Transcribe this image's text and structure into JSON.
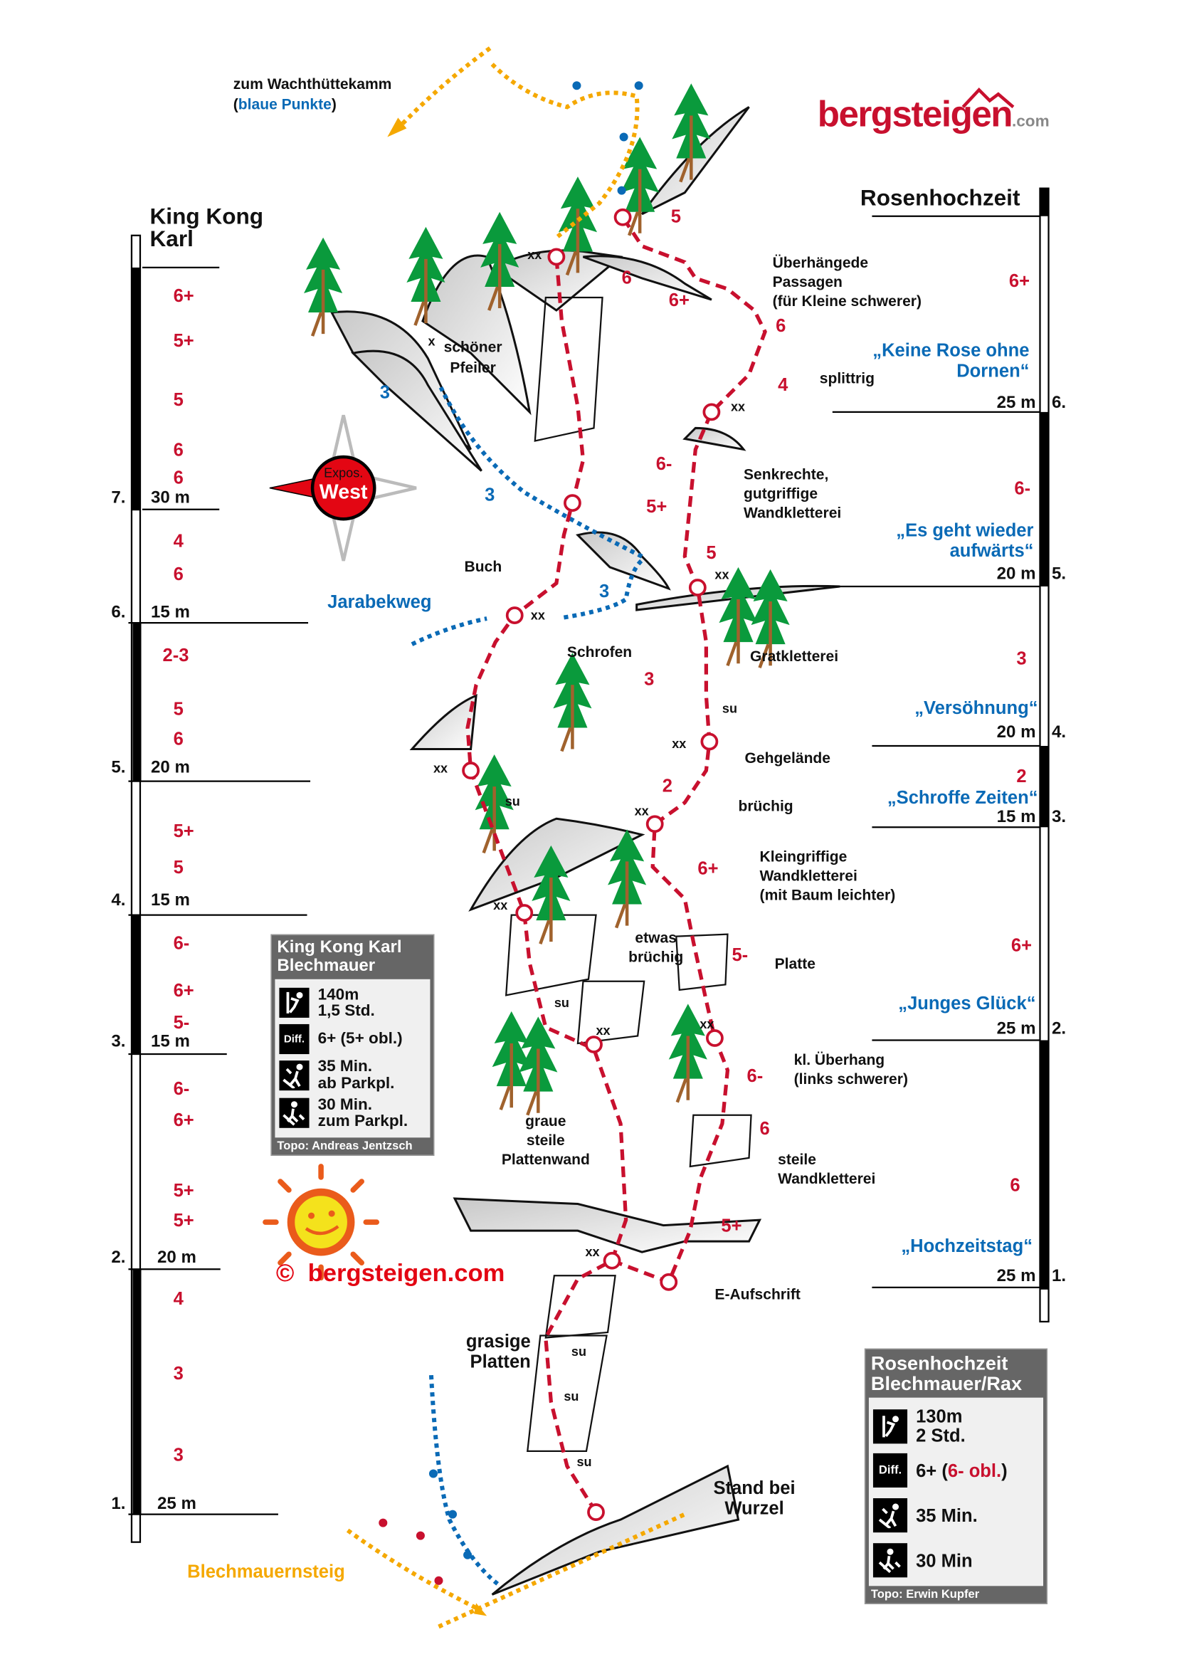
{
  "header": {
    "approach_note": "zum Wachthüttekamm",
    "approach_note_sub": "(",
    "approach_note_blue": "blaue Punkte",
    "approach_note_end": ")",
    "logo_main": "bergsteigen",
    "logo_suffix": ".com"
  },
  "compass": {
    "line1": "Expos.",
    "line2": "West"
  },
  "left_scale": {
    "title_1": "King Kong",
    "title_2": "Karl",
    "belays": [
      {
        "num": "7.",
        "len": "30 m"
      },
      {
        "num": "6.",
        "len": "15 m"
      },
      {
        "num": "5.",
        "len": "20 m"
      },
      {
        "num": "4.",
        "len": "15 m"
      },
      {
        "num": "3.",
        "len": "15 m"
      },
      {
        "num": "2.",
        "len": "20 m"
      },
      {
        "num": "1.",
        "len": "25 m"
      }
    ],
    "grades": [
      "6+",
      "5+",
      "5",
      "6",
      "6",
      "4",
      "6",
      "2-3",
      "5",
      "6",
      "5+",
      "5",
      "6-",
      "6+",
      "5-",
      "6-",
      "6+",
      "5+",
      "5+",
      "4",
      "3",
      "3"
    ]
  },
  "right_scale": {
    "title": "Rosenhochzeit",
    "pitches": [
      {
        "grade": "6+",
        "name_1": "„Keine Rose ohne",
        "name_2": "Dornen“",
        "len": "25 m",
        "num": "6."
      },
      {
        "grade": "6-",
        "name_1": "„Es geht wieder",
        "name_2": "aufwärts“",
        "len": "20 m",
        "num": "5."
      },
      {
        "grade": "3",
        "name_1": "„Versöhnung“",
        "len": "20 m",
        "num": "4."
      },
      {
        "grade": "2",
        "name_1": "„Schroffe Zeiten“",
        "len": "15 m",
        "num": "3."
      },
      {
        "grade": "6+",
        "name_1": "„Junges Glück“",
        "len": "25 m",
        "num": "2."
      },
      {
        "grade": "6",
        "name_1": "„Hochzeitstag“",
        "len": "25 m",
        "num": "1."
      }
    ]
  },
  "topo_labels": {
    "pfeiler_1": "schöner",
    "pfeiler_2": "Pfeiler",
    "jarabekweg": "Jarabekweg",
    "jarabek_grades": [
      "3",
      "3",
      "3"
    ],
    "buch": "Buch",
    "schrofen": "Schrofen",
    "gratkletterei": "Gratkletterei",
    "gehgelaende": "Gehgelände",
    "bruechig": "brüchig",
    "kleingriffige_1": "Kleingriffige",
    "kleingriffige_2": "Wandkletterei",
    "kleingriffige_3": "(mit Baum leichter)",
    "etwas_1": "etwas",
    "etwas_2": "brüchig",
    "platte": "Platte",
    "ueberhang_1": "kl. Überhang",
    "ueberhang_2": "(links schwerer)",
    "steile_1": "steile",
    "steile_2": "Wandkletterei",
    "graue_1": "graue",
    "graue_2": "steile",
    "graue_3": "Plattenwand",
    "e_aufschrift": "E-Aufschrift",
    "grasige_1": "grasige",
    "grasige_2": "Platten",
    "stand_1": "Stand bei",
    "stand_2": "Wurzel",
    "blechmauernsteig": "Blechmauernsteig",
    "ueberhaengende_1": "Überhängede",
    "ueberhaengende_2": "Passagen",
    "ueberhaengende_3": "(für Kleine schwerer)",
    "splittrig": "splittrig",
    "senkrechte_1": "Senkrechte,",
    "senkrechte_2": "gutgriffige",
    "senkrechte_3": "Wandkletterei",
    "sunshine": "su",
    "bolt": "x",
    "anchor": "xx"
  },
  "route_grades": [
    "5",
    "6",
    "6+",
    "6",
    "4",
    "6-",
    "5+",
    "5",
    "3",
    "2",
    "6+",
    "5-",
    "6-",
    "6",
    "5+"
  ],
  "info_kkk": {
    "title_1": "King Kong Karl",
    "title_2": "Blechmauer",
    "length": "140m",
    "time": "1,5 Std.",
    "diff_label": "Diff.",
    "difficulty": "6+ (5+ obl.)",
    "approach_1": "35 Min.",
    "approach_2": "ab Parkpl.",
    "descent_1": "30 Min.",
    "descent_2": "zum Parkpl.",
    "credit": "Topo: Andreas Jentzsch"
  },
  "info_rh": {
    "title_1": "Rosenhochzeit",
    "title_2": "Blechmauer/Rax",
    "length": "130m",
    "time": "2 Std.",
    "diff_label": "Diff.",
    "difficulty_main": "6+ (",
    "difficulty_obl": "6- obl.",
    "difficulty_close": ")",
    "approach": "35 Min.",
    "descent": "30 Min",
    "credit": "Topo: Erwin Kupfer"
  },
  "copyright": {
    "symbol": "©",
    "text": "bergsteigen.com"
  },
  "colors": {
    "route_red": "#c8102e",
    "blue": "#0a6ab6",
    "orange": "#f5a800",
    "tree_green": "#0a9a3c",
    "box_gray": "#666666"
  }
}
